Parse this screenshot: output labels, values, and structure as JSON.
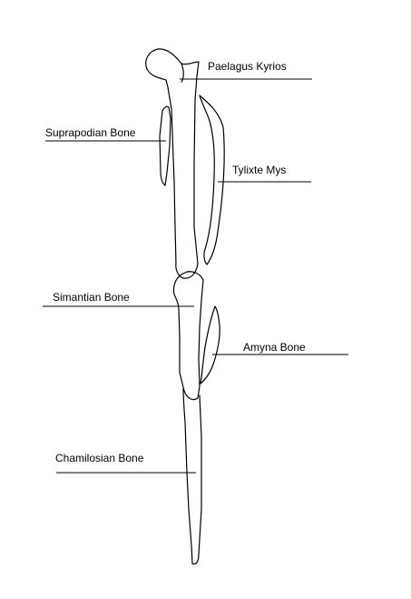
{
  "labels": {
    "paelagus_kyrios": "Paelagus Kyrios",
    "suprapodian_bone": "Suprapodian Bone",
    "tylixte_mys": "Tylixte Mys",
    "simantian_bone": "Simantian Bone",
    "amyna_bone": "Amyna Bone",
    "chamilosian_bone": "Chamilosian Bone"
  },
  "colors": {
    "ink": "#000000",
    "background": "#ffffff"
  }
}
